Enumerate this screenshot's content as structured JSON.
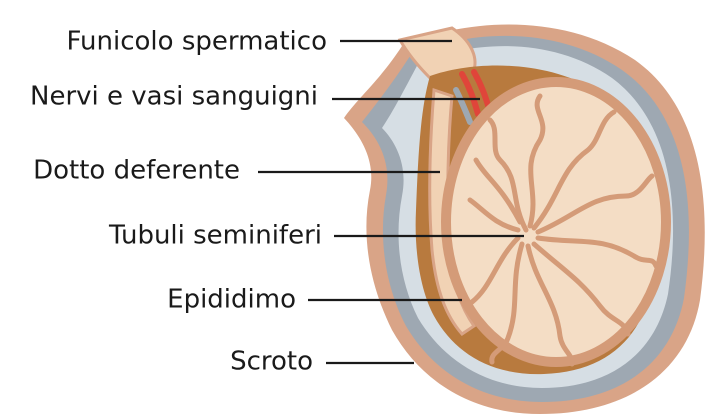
{
  "labels": {
    "funicolo": "Funicolo spermatico",
    "nervi": "Nervi e vasi sanguigni",
    "dotto": "Dotto deferente",
    "tubuli": "Tubuli seminiferi",
    "epididimo": "Epididimo",
    "scroto": "Scroto"
  },
  "colors": {
    "scrotum_outer": "#D9A487",
    "scrotum_gray": "#9EA8B2",
    "scrotum_light": "#D6DEE4",
    "tissue_dark": "#B87A3E",
    "tissue_pale": "#F4DDC5",
    "tunica": "#D49B78",
    "vessel_red": "#E0453A",
    "text": "#1a1a1a"
  }
}
